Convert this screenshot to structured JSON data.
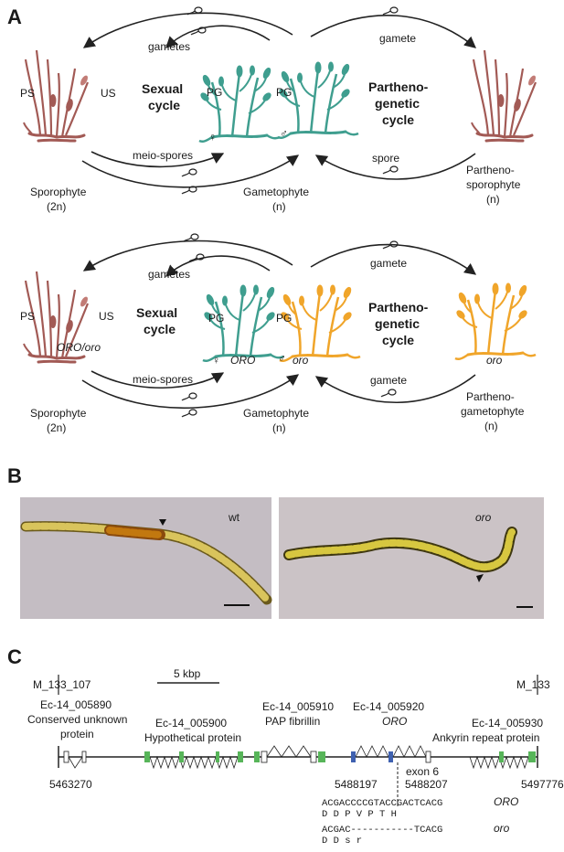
{
  "panels": {
    "a": "A",
    "b": "B",
    "c": "C"
  },
  "colors": {
    "sporophyte": "#a25a55",
    "gametophyte_female": "#3f9e8f",
    "gametophyte_oro": "#f0a52a",
    "arrow": "#222222",
    "micro_bg_wt": "#c4bdc3",
    "micro_bg_oro": "#cbc3c6",
    "exon_green": "#57b559",
    "exon_blue": "#3f61b0"
  },
  "top": {
    "ps": "PS",
    "us": "US",
    "pg_left": "PG",
    "pg_right": "PG",
    "sexual_1": "Sexual",
    "sexual_2": "cycle",
    "parth_1": "Partheno-",
    "parth_2": "genetic",
    "parth_3": "cycle",
    "gametes": "gametes",
    "meiospores": "meio-spores",
    "gamete": "gamete",
    "spore": "spore",
    "female_symbol": "♀",
    "male_symbol": "♂",
    "spo_1": "Sporophyte",
    "spo_2": "(2n)",
    "gam_1": "Gametophyte",
    "gam_2": "(n)",
    "parspo_1": "Partheno-",
    "parspo_2": "sporophyte",
    "parspo_3": "(n)"
  },
  "middle": {
    "ps": "PS",
    "us": "US",
    "pg_left": "PG",
    "pg_right": "PG",
    "sexual_1": "Sexual",
    "sexual_2": "cycle",
    "parth_1": "Partheno-",
    "parth_2": "genetic",
    "parth_3": "cycle",
    "gametes": "gametes",
    "meiospores": "meio-spores",
    "gamete_top": "gamete",
    "gamete_bottom": "gamete",
    "genotype_spo": "ORO/oro",
    "genotype_female": "ORO",
    "genotype_male": "oro",
    "genotype_parth": "oro",
    "female_symbol": "♀",
    "male_symbol": "♂",
    "spo_1": "Sporophyte",
    "spo_2": "(2n)",
    "gam_1": "Gametophyte",
    "gam_2": "(n)",
    "pargam_1": "Partheno-",
    "pargam_2": "gametophyte",
    "pargam_3": "(n)"
  },
  "micro": {
    "wt_label": "wt",
    "oro_label": "oro"
  },
  "gene_map": {
    "m_left": "M_133_107",
    "m_right": "M_133",
    "scale": "5 kbp",
    "g1_id": "Ec-14_005890",
    "g1_d1": "Conserved unknown",
    "g1_d2": "protein",
    "g2_id": "Ec-14_005900",
    "g2_d1": "Hypothetical protein",
    "g3_id": "Ec-14_005910",
    "g3_d1": "PAP fibrillin",
    "g4_id": "Ec-14_005920",
    "g4_d1": "ORO",
    "g5_id": "Ec-14_005930",
    "g5_d1": "Ankyrin repeat protein",
    "exon6": "exon 6",
    "pos_start": "5463270",
    "pos_mid_a": "5488197",
    "pos_mid_b": "5488207",
    "pos_end": "5497776",
    "seq_oro_upper": "ACGACCCCGTACCGACTCACG",
    "seq_oro_upper_label": "ORO",
    "seq_oro_aa": "D  D  P  V  P  T  H",
    "seq_oro_lower": "ACGAC-----------TCACG",
    "seq_oro_lower_label": "oro",
    "seq_oro_lower_aa": "D  D              s  r"
  }
}
